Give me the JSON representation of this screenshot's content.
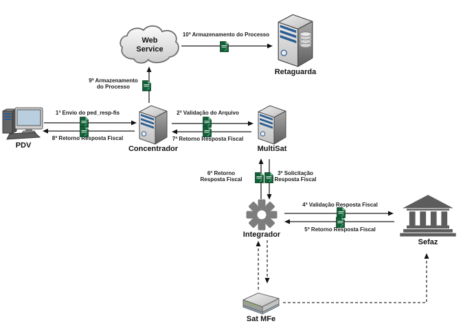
{
  "nodes": {
    "pdv": "PDV",
    "concentrador": "Concentrador",
    "webservice": "Web\nService",
    "retaguarda": "Retaguarda",
    "multisat": "MultiSat",
    "integrador": "Integrador",
    "sefaz": "Sefaz",
    "satmfe": "Sat MFe"
  },
  "edges": {
    "step1": "1ª Envio do ped_resp-fis",
    "step2": "2ª Validação do Arquivo",
    "step3": "3ª Solicitação\nResposta Fiscal",
    "step4": "4ª Validação Resposta Fiscal",
    "step5": "5ª Retorno Resposta Fiscal",
    "step6": "6ª Retorno\nResposta Fiscal",
    "step7": "7ª Retorno Resposta Fiscal",
    "step8": "8ª Retorno Resposta Fiscal",
    "step9": "9ª Armazenamento\ndo Processo",
    "step10": "10ª Armazenamento do Processo"
  },
  "icons": {
    "document": "fiscal-document-icon",
    "pdv": "desktop-computer-icon",
    "server": "server-tower-icon",
    "database_server": "database-server-icon",
    "cloud": "cloud-icon",
    "gear": "gear-icon",
    "bank": "government-building-icon",
    "sat_device": "sat-device-icon"
  },
  "colors": {
    "line": "#3f3f3f",
    "arrowhead": "#111111",
    "document_green": "#15603a",
    "document_green_light": "#7fc49c",
    "server_stripe_blue": "#2a5d93",
    "node_gray": "#7d7d7d",
    "building_gray": "#5c5c5c",
    "screen_blue": "#b9cede",
    "background": "#ffffff"
  }
}
